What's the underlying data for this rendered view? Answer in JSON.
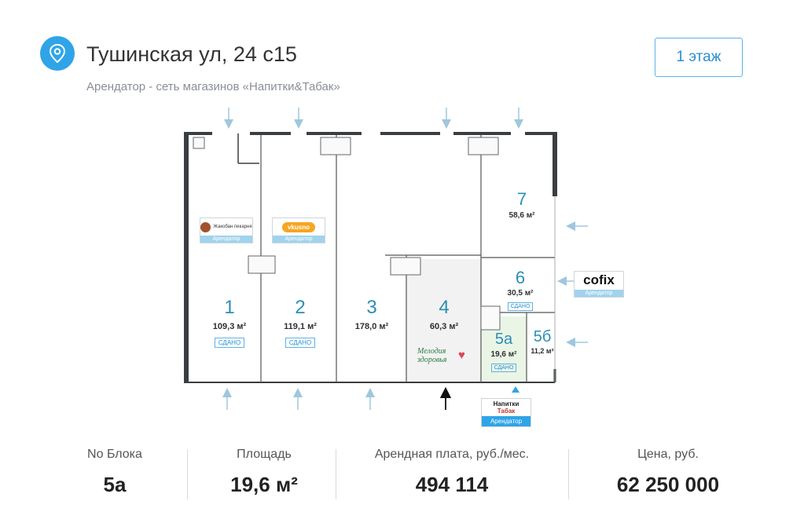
{
  "header": {
    "address": "Тушинская ул, 24 с15",
    "tenant_line": "Арендатор - сеть магазинов «Напитки&Табак»",
    "floor_button": "1 этаж",
    "pin_icon": "location-pin-icon"
  },
  "plan": {
    "units": [
      {
        "number": "1",
        "area": "109,3 м²",
        "status": "СДАНО"
      },
      {
        "number": "2",
        "area": "119,1 м²",
        "status": "СДАНО"
      },
      {
        "number": "3",
        "area": "178,0 м²",
        "status": ""
      },
      {
        "number": "4",
        "area": "60,3 м²",
        "status": ""
      },
      {
        "number": "5а",
        "area": "19,6 м²",
        "status": "СДАНО"
      },
      {
        "number": "5б",
        "area": "11,2 м²",
        "status": ""
      },
      {
        "number": "6",
        "area": "30,5 м²",
        "status": "СДАНО"
      },
      {
        "number": "7",
        "area": "58,6 м²",
        "status": ""
      }
    ],
    "tenants": {
      "unit1_logo": "Жакобан пекарня",
      "unit1_tag": "Арендатор",
      "unit2_logo": "vkusno",
      "unit2_tag": "Арендатор",
      "unit4_logo_line1": "Мелодия",
      "unit4_logo_line2": "здоровья",
      "cofix_logo": "cofix",
      "cofix_tag": "Арендатор",
      "napitki_line1": "Напитки",
      "napitki_line2": "Табак",
      "napitki_tag": "Арендатор"
    },
    "colors": {
      "accent": "#2fa4e7",
      "wall": "#3a3d42",
      "selected_unit": "#eaf5e6",
      "unit4_fill": "#f1f2f1",
      "arrow": "#9fc7de"
    }
  },
  "stats": [
    {
      "label": "No Блока",
      "value": "5а"
    },
    {
      "label": "Площадь",
      "value": "19,6 м²"
    },
    {
      "label": "Арендная плата, руб./мес.",
      "value": "494 114"
    },
    {
      "label": "Цена, руб.",
      "value": "62 250 000"
    }
  ]
}
